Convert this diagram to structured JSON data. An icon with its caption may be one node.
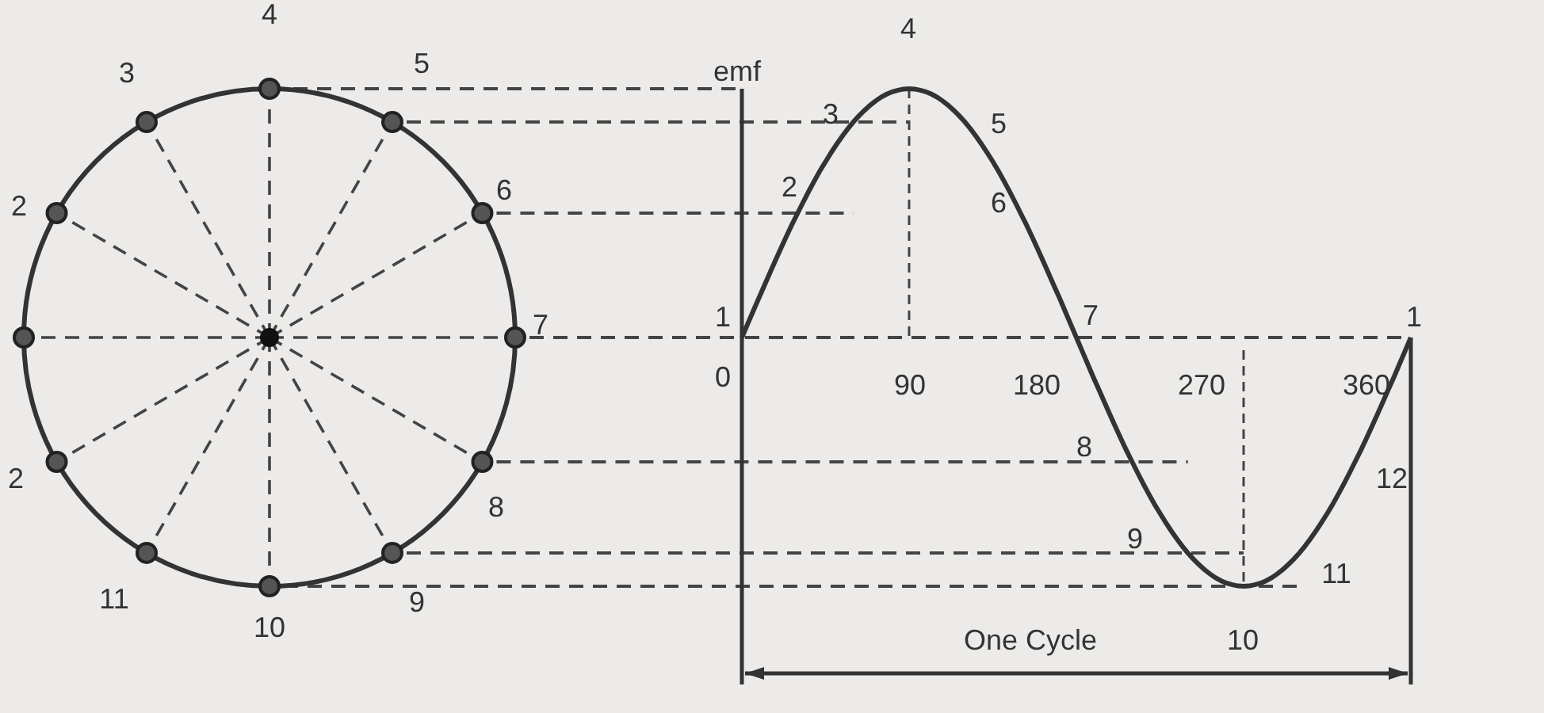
{
  "diagram": {
    "labels": [
      "4",
      "3",
      "5",
      "2",
      "6",
      "7",
      "2",
      "8",
      "11",
      "10",
      "9",
      "emf",
      "4",
      "3",
      "5",
      "2",
      "6",
      "1",
      "0",
      "90",
      "7",
      "180",
      "270",
      "1",
      "360",
      "8",
      "12",
      "9",
      "11",
      "10",
      "One Cycle"
    ]
  }
}
